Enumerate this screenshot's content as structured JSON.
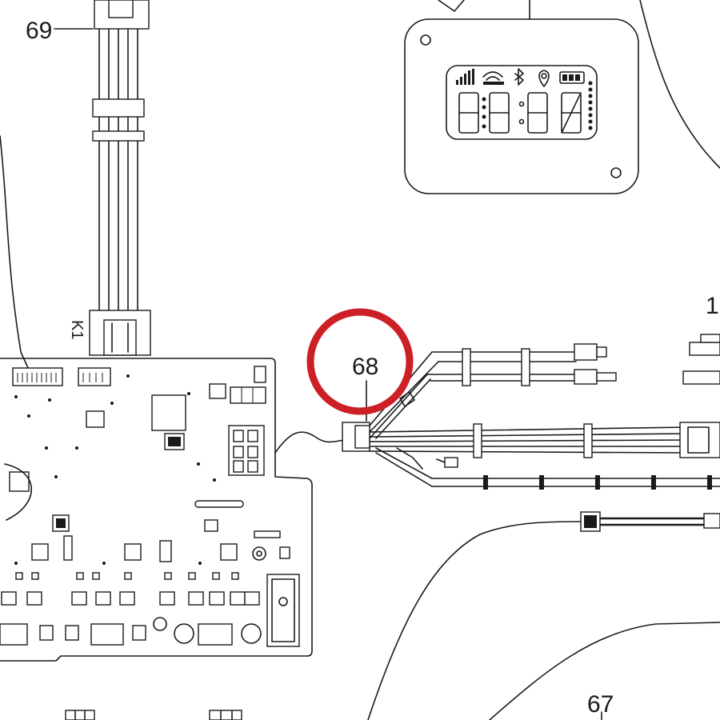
{
  "callouts": {
    "part_69": "69",
    "part_68": "68",
    "part_67": "67",
    "part_1": "1",
    "harness_mark": "K1"
  },
  "highlight": {
    "color": "#cc1f26",
    "target": "68"
  }
}
